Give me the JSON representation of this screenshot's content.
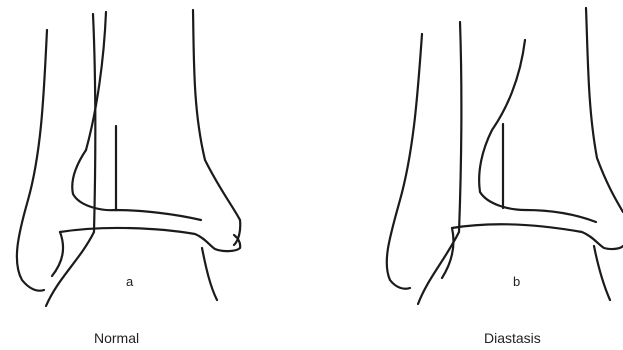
{
  "panels": [
    {
      "letter": "a",
      "caption": "Normal"
    },
    {
      "letter": "b",
      "caption": "Diastasis"
    }
  ],
  "colors": {
    "line": "#1b1b1b",
    "background": "#ffffff"
  }
}
